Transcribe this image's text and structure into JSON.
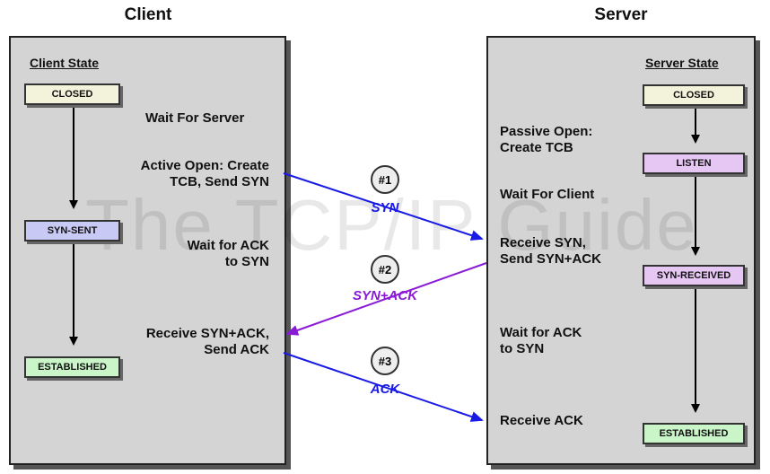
{
  "columns": {
    "client_title": "Client",
    "server_title": "Server"
  },
  "client": {
    "state_title": "Client State",
    "states": [
      "CLOSED",
      "SYN-SENT",
      "ESTABLISHED"
    ],
    "labels": {
      "wait_server": "Wait For Server",
      "active_open_1": "Active Open: Create",
      "active_open_2": "TCB, Send SYN",
      "wait_ack_1": "Wait for ACK",
      "wait_ack_2": "to SYN",
      "receive_synack_1": "Receive SYN+ACK,",
      "receive_synack_2": "Send ACK"
    }
  },
  "server": {
    "state_title": "Server State",
    "states": [
      "CLOSED",
      "LISTEN",
      "SYN-RECEIVED",
      "ESTABLISHED"
    ],
    "labels": {
      "passive_open_1": "Passive Open:",
      "passive_open_2": "Create TCB",
      "wait_client": "Wait For Client",
      "receive_syn_1": "Receive SYN,",
      "receive_syn_2": "Send SYN+ACK",
      "wait_ack_1": "Wait for ACK",
      "wait_ack_2": "to SYN",
      "receive_ack": "Receive ACK"
    }
  },
  "messages": [
    {
      "number": "#1",
      "label": "SYN",
      "color": "#1a1ae6"
    },
    {
      "number": "#2",
      "label": "SYN+ACK",
      "color": "#8a1ad6"
    },
    {
      "number": "#3",
      "label": "ACK",
      "color": "#1a1ae6"
    }
  ],
  "watermark": "The TCP/IP Guide",
  "colors": {
    "panel": "#d4d4d4",
    "closed_box": "#f3f3dc",
    "synsent_box": "#c9c9f5",
    "purple_box": "#e6c6f3",
    "established_box": "#c9f5c9"
  }
}
